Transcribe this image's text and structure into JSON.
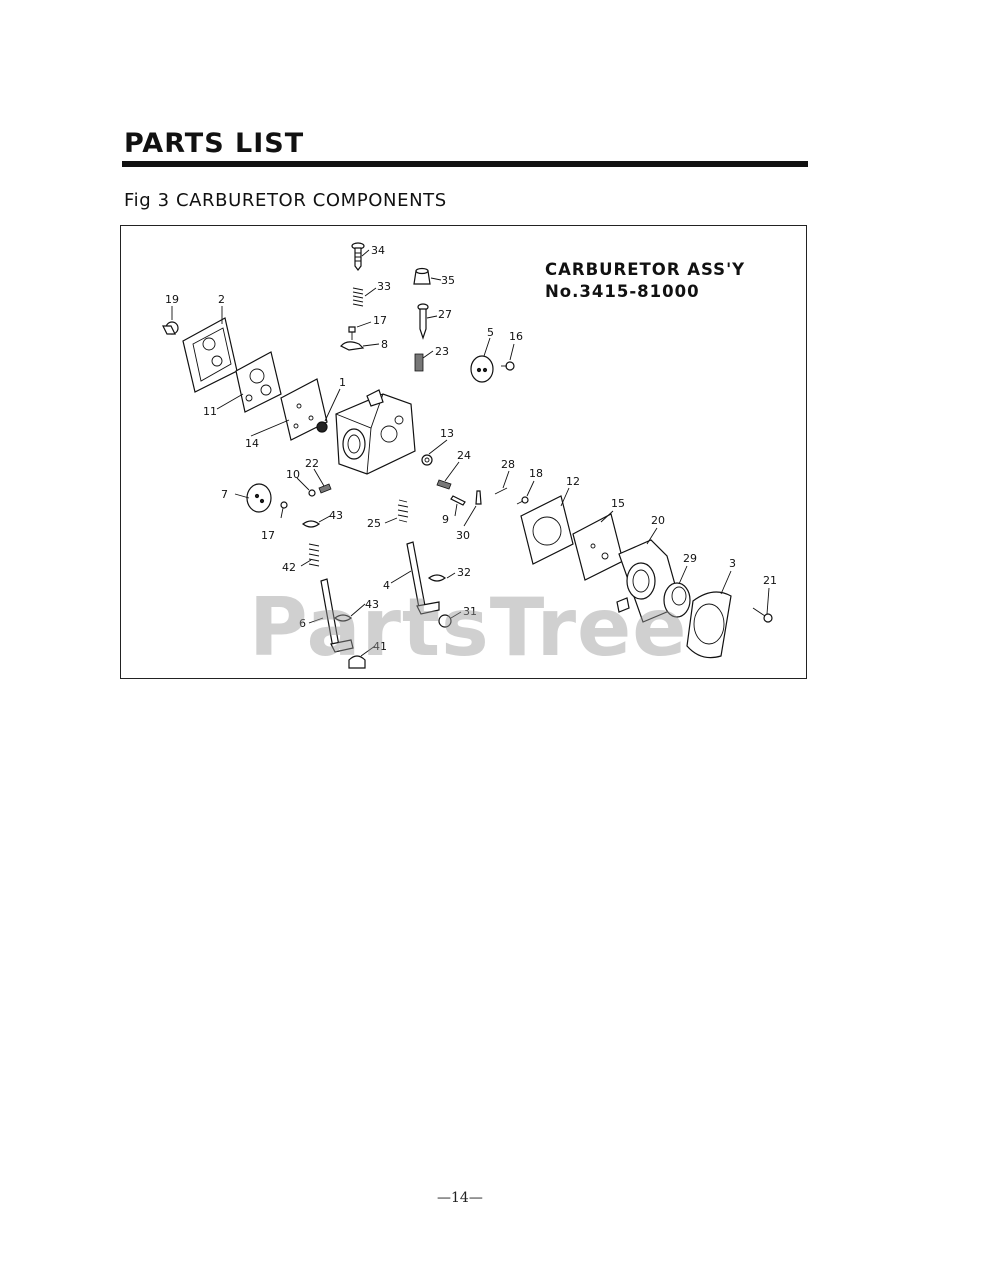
{
  "page": {
    "title": "PARTS  LIST",
    "figure_caption": "Fig 3  CARBURETOR  COMPONENTS",
    "page_number": "—14—",
    "watermark": "PartsTree"
  },
  "diagram": {
    "assembly_title": "CARBURETOR  ASS'Y",
    "assembly_number": "No.3415-81000",
    "callouts": [
      {
        "id": "34",
        "label": "34"
      },
      {
        "id": "33",
        "label": "33"
      },
      {
        "id": "35",
        "label": "35"
      },
      {
        "id": "27",
        "label": "27"
      },
      {
        "id": "17a",
        "label": "17"
      },
      {
        "id": "8",
        "label": "8"
      },
      {
        "id": "23",
        "label": "23"
      },
      {
        "id": "19",
        "label": "19"
      },
      {
        "id": "2",
        "label": "2"
      },
      {
        "id": "5",
        "label": "5"
      },
      {
        "id": "16",
        "label": "16"
      },
      {
        "id": "1",
        "label": "1"
      },
      {
        "id": "11",
        "label": "11"
      },
      {
        "id": "14",
        "label": "14"
      },
      {
        "id": "13",
        "label": "13"
      },
      {
        "id": "24",
        "label": "24"
      },
      {
        "id": "22",
        "label": "22"
      },
      {
        "id": "10",
        "label": "10"
      },
      {
        "id": "28",
        "label": "28"
      },
      {
        "id": "18",
        "label": "18"
      },
      {
        "id": "12",
        "label": "12"
      },
      {
        "id": "7",
        "label": "7"
      },
      {
        "id": "15",
        "label": "15"
      },
      {
        "id": "9",
        "label": "9"
      },
      {
        "id": "30",
        "label": "30"
      },
      {
        "id": "20",
        "label": "20"
      },
      {
        "id": "17b",
        "label": "17"
      },
      {
        "id": "43a",
        "label": "43"
      },
      {
        "id": "25",
        "label": "25"
      },
      {
        "id": "29",
        "label": "29"
      },
      {
        "id": "3",
        "label": "3"
      },
      {
        "id": "42",
        "label": "42"
      },
      {
        "id": "32",
        "label": "32"
      },
      {
        "id": "21",
        "label": "21"
      },
      {
        "id": "4",
        "label": "4"
      },
      {
        "id": "43b",
        "label": "43"
      },
      {
        "id": "31",
        "label": "31"
      },
      {
        "id": "6",
        "label": "6"
      },
      {
        "id": "41",
        "label": "41"
      }
    ]
  }
}
